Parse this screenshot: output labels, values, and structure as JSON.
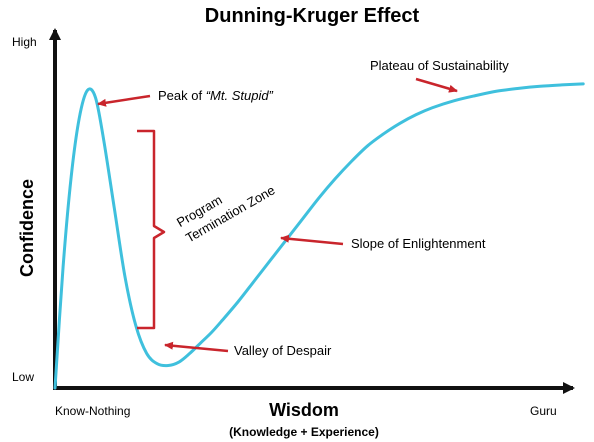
{
  "chart_data": {
    "type": "line",
    "title": "Dunning-Kruger Effect",
    "xlabel": "Wisdom",
    "xlabel_sub": "(Knowledge + Experience)",
    "ylabel": "Confidence",
    "x_tick_labels": {
      "start": "Know-Nothing",
      "end": "Guru"
    },
    "y_tick_labels": {
      "high": "High",
      "low": "Low"
    },
    "xlim": [
      0,
      100
    ],
    "ylim": [
      0,
      100
    ],
    "grid": false,
    "legend": "none",
    "series": [
      {
        "x": [
          0,
          1.5,
          3,
          4.5,
          6,
          7.5,
          9,
          11,
          13,
          15,
          17,
          19,
          21,
          23,
          25,
          27,
          29,
          31,
          34,
          37,
          40,
          43,
          46,
          49,
          52,
          55,
          58,
          61,
          64,
          67,
          70,
          74,
          78,
          82,
          86,
          90,
          94,
          98
        ],
        "values": [
          0,
          35,
          61,
          78,
          86,
          84,
          72,
          52,
          32,
          18,
          10,
          7,
          6.5,
          7.5,
          10,
          13,
          16,
          19.5,
          25,
          31,
          37,
          43,
          49,
          55,
          60.5,
          65.5,
          70,
          73.5,
          76.5,
          79,
          81,
          83,
          84.5,
          85.8,
          86.6,
          87.2,
          87.6,
          87.9
        ],
        "color": "#3fc0dd"
      }
    ],
    "annotations": [
      {
        "text_plain": "Peak of ",
        "text_italic": "“Mt. Stupid”"
      },
      {
        "text": "Program"
      },
      {
        "text": "Termination Zone"
      },
      {
        "text": "Slope of Enlightenment"
      },
      {
        "text": "Valley of Despair"
      },
      {
        "text": "Plateau of Sustainability"
      }
    ],
    "colors": {
      "curve": "#3fc0dd",
      "annotation_arrows": "#c9252c",
      "bracket": "#c9252c",
      "axes": "#111111",
      "text": "#1a1a1a"
    }
  }
}
